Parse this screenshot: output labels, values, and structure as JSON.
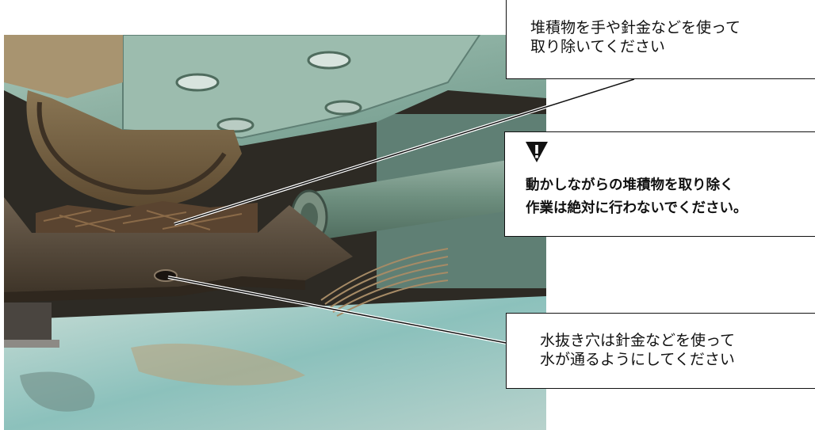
{
  "callouts": {
    "top": {
      "line1": "堆積物を手や針金などを使って",
      "line2": "取り除いてください"
    },
    "warning": {
      "icon": "warning-triangle-icon",
      "line1": "動かしながらの堆積物を取り除く",
      "line2": "作業は絶対に行わないでください。"
    },
    "bottom": {
      "line1": "水抜き穴は針金などを使って",
      "line2": "水が通るようにしてください"
    }
  },
  "colors": {
    "machine_body": "#7fa89a",
    "rust": "#6b4a2c",
    "floor": "#9fc7c2",
    "outline": "#111111"
  }
}
